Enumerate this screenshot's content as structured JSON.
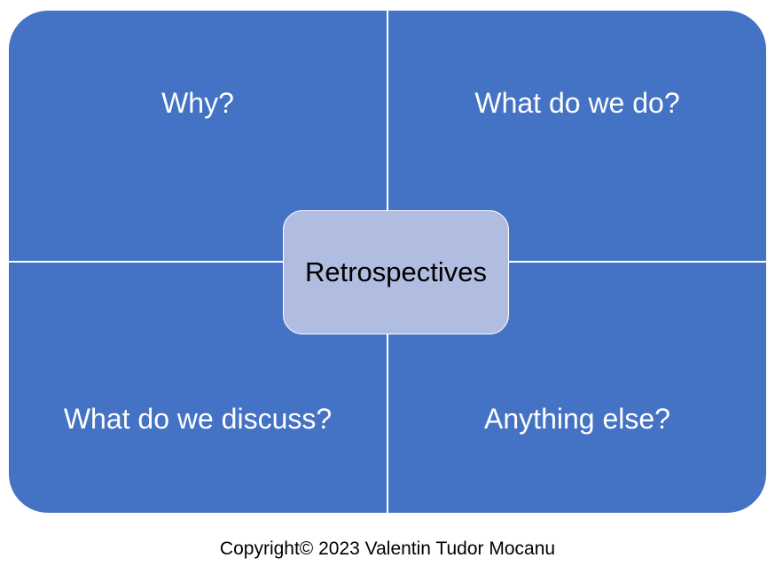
{
  "diagram": {
    "quadrants": {
      "top_left": "Why?",
      "top_right": "What do we do?",
      "bottom_left": "What do we discuss?",
      "bottom_right": "Anything else?"
    },
    "center": "Retrospectives"
  },
  "footer": {
    "copyright": "Copyright© 2023 Valentin Tudor Mocanu"
  },
  "colors": {
    "quadrant_fill": "#4472c4",
    "center_fill": "#b0bde1",
    "quadrant_text": "#ffffff",
    "center_text": "#000000"
  }
}
